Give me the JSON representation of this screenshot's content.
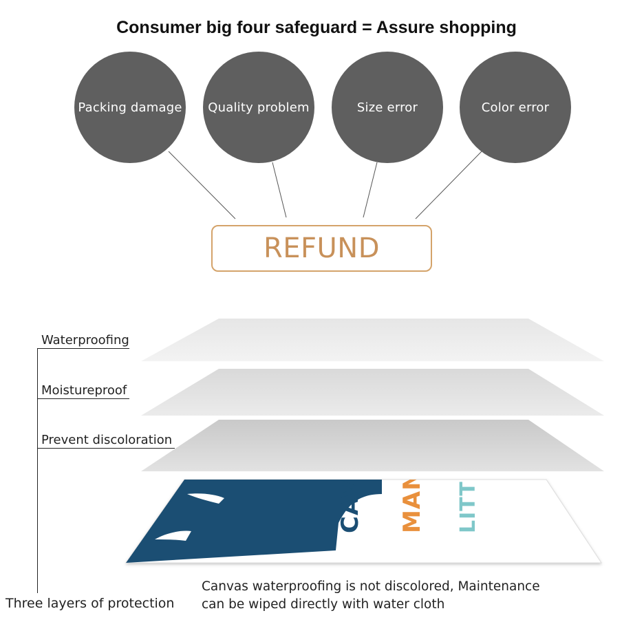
{
  "headline": "Consumer big four safeguard = Assure shopping",
  "safeguards": [
    {
      "label": "Packing  damage"
    },
    {
      "label": "Quality  problem"
    },
    {
      "label": "Size  error"
    },
    {
      "label": "Color  error"
    }
  ],
  "refund_label": "REFUND",
  "layers": [
    {
      "label": "Waterproofing"
    },
    {
      "label": "Moistureproof"
    },
    {
      "label": "Prevent  discoloration"
    }
  ],
  "canvas_print": {
    "words": [
      "LITTLE",
      "MAN",
      "CAVE"
    ]
  },
  "protection_title": "Three layers of protection",
  "caption": {
    "line1": "Canvas  waterproofing  is  not  discolored,  Maintenance",
    "line2": "can  be  wiped  directly  with  water  cloth"
  },
  "colors": {
    "circle": "#5f5f5f",
    "refund_border": "#d4a36a",
    "refund_text": "#c8915a",
    "navy": "#1b4e73",
    "teal": "#7fc7c9",
    "orange": "#e9903c",
    "gray_letter": "#9aa6ad"
  }
}
